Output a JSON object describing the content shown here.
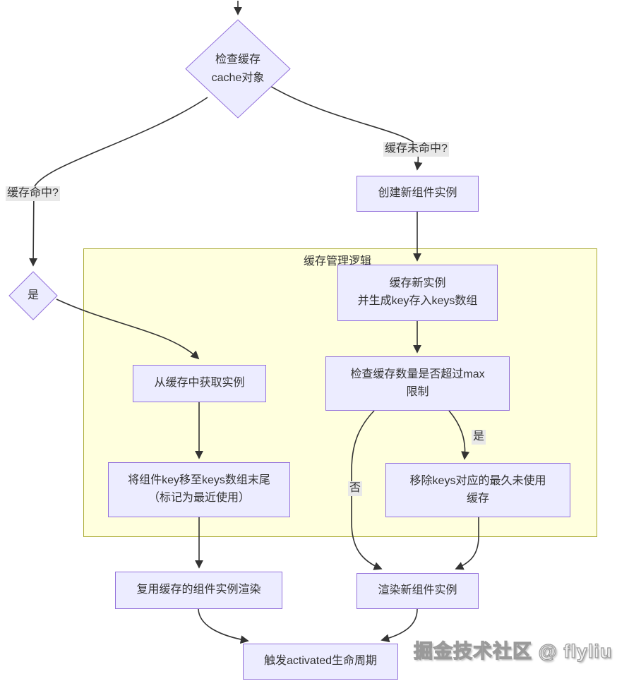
{
  "diagram": {
    "nodes": {
      "check_cache": {
        "label": "检查缓存\ncache对象",
        "shape": "diamond"
      },
      "create_instance": {
        "label": "创建新组件实例",
        "shape": "rect"
      },
      "yes_diamond": {
        "label": "是",
        "shape": "diamond"
      },
      "cache_new_instance": {
        "label": "缓存新实例\n并生成key存入keys数组",
        "shape": "rect"
      },
      "check_max_limit": {
        "label": "检查缓存数量是否超过max\n限制",
        "shape": "rect"
      },
      "remove_oldest": {
        "label": "移除keys对应的最久未使用\n缓存",
        "shape": "rect"
      },
      "get_from_cache": {
        "label": "从缓存中获取实例",
        "shape": "rect"
      },
      "move_key_to_end": {
        "label": "将组件key移至keys数组末尾\n（标记为最近使用）",
        "shape": "rect"
      },
      "reuse_cached_render": {
        "label": "复用缓存的组件实例渲染",
        "shape": "rect"
      },
      "render_new_instance": {
        "label": "渲染新组件实例",
        "shape": "rect"
      },
      "trigger_activated": {
        "label": "触发activated生命周期",
        "shape": "rect"
      }
    },
    "edge_labels": {
      "cache_hit": "缓存命中?",
      "cache_miss": "缓存未命中?",
      "yes": "是",
      "no": "否"
    },
    "subgraph": {
      "label": "缓存管理逻辑"
    },
    "watermark": "掘金技术社区 @ flyliu",
    "colors": {
      "node_fill": "#ECECFF",
      "node_border": "#9370DB",
      "subgraph_fill": "#FFFFDE",
      "subgraph_border": "#AAAA33",
      "edge": "#333333",
      "edge_label_bg": "#E8E8E8",
      "text": "#333333"
    }
  }
}
